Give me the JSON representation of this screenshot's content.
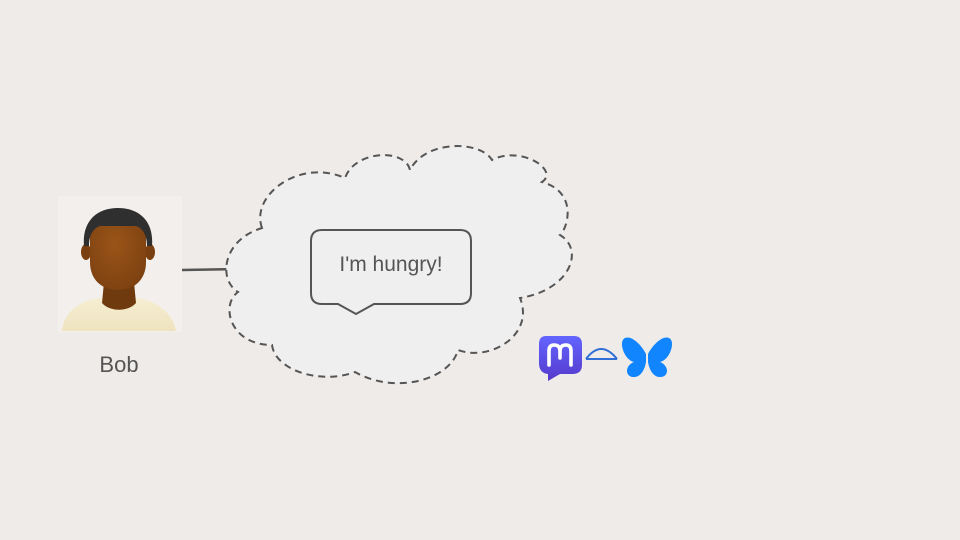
{
  "person": {
    "name": "Bob",
    "skin_color": "#8b4a14",
    "hair_color": "#2f2f2f",
    "shirt_color": "#f2e7c8"
  },
  "message": {
    "text": "I'm hungry!"
  },
  "cloud": {
    "fill": "#efefef",
    "stroke": "#555555",
    "style": "dashed"
  },
  "bridge": {
    "left_icon": "mastodon-icon",
    "right_icon": "bluesky-butterfly-icon",
    "connector_icon": "bridge-arc-icon",
    "mastodon_color": "#5b4ae0",
    "bluesky_color": "#1185fe",
    "connector_color": "#2f6fd6"
  },
  "arrow": {
    "color": "#555555"
  }
}
